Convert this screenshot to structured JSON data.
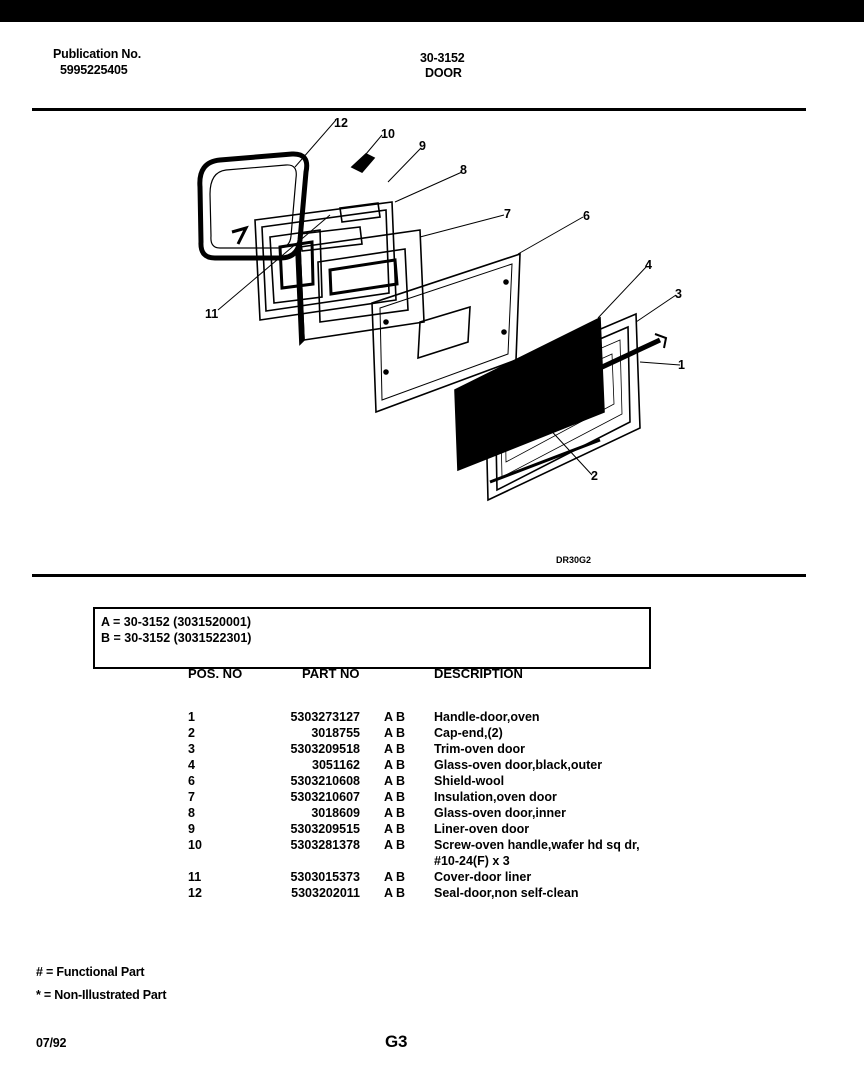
{
  "header": {
    "pub_label": "Publication No.",
    "pub_number": "5995225405",
    "model": "30-3152",
    "section": "DOOR"
  },
  "diagram": {
    "callouts": [
      "1",
      "2",
      "3",
      "4",
      "6",
      "7",
      "8",
      "9",
      "10",
      "11",
      "12"
    ],
    "code": "DR30G2"
  },
  "models": [
    {
      "key": "A",
      "text": "A  =  30-3152 (3031520001)"
    },
    {
      "key": "B",
      "text": "B  =  30-3152 (3031522301)"
    }
  ],
  "parts_table": {
    "headers": {
      "pos": "POS. NO",
      "part": "PART NO",
      "desc": "DESCRIPTION"
    },
    "rows": [
      {
        "pos": "1",
        "part": "5303273127",
        "ab": "A B",
        "desc": "Handle-door,oven"
      },
      {
        "pos": "2",
        "part": "3018755",
        "ab": "A B",
        "desc": "Cap-end,(2)"
      },
      {
        "pos": "3",
        "part": "5303209518",
        "ab": "A B",
        "desc": "Trim-oven door"
      },
      {
        "pos": "4",
        "part": "3051162",
        "ab": "A B",
        "desc": "Glass-oven door,black,outer"
      },
      {
        "pos": "6",
        "part": "5303210608",
        "ab": "A B",
        "desc": "Shield-wool"
      },
      {
        "pos": "7",
        "part": "5303210607",
        "ab": "A B",
        "desc": "Insulation,oven door"
      },
      {
        "pos": "8",
        "part": "3018609",
        "ab": "A B",
        "desc": "Glass-oven door,inner"
      },
      {
        "pos": "9",
        "part": "5303209515",
        "ab": "A B",
        "desc": "Liner-oven door"
      },
      {
        "pos": "10",
        "part": "5303281378",
        "ab": "A B",
        "desc": "Screw-oven handle,wafer hd sq dr,",
        "desc2": "#10-24(F) x 3"
      },
      {
        "pos": "11",
        "part": "5303015373",
        "ab": "A B",
        "desc": "Cover-door liner"
      },
      {
        "pos": "12",
        "part": "5303202011",
        "ab": "A B",
        "desc": "Seal-door,non self-clean"
      }
    ]
  },
  "footer": {
    "functional": "# = Functional Part",
    "non_illustrated": "* = Non-Illustrated Part",
    "date": "07/92",
    "page": "G3"
  }
}
